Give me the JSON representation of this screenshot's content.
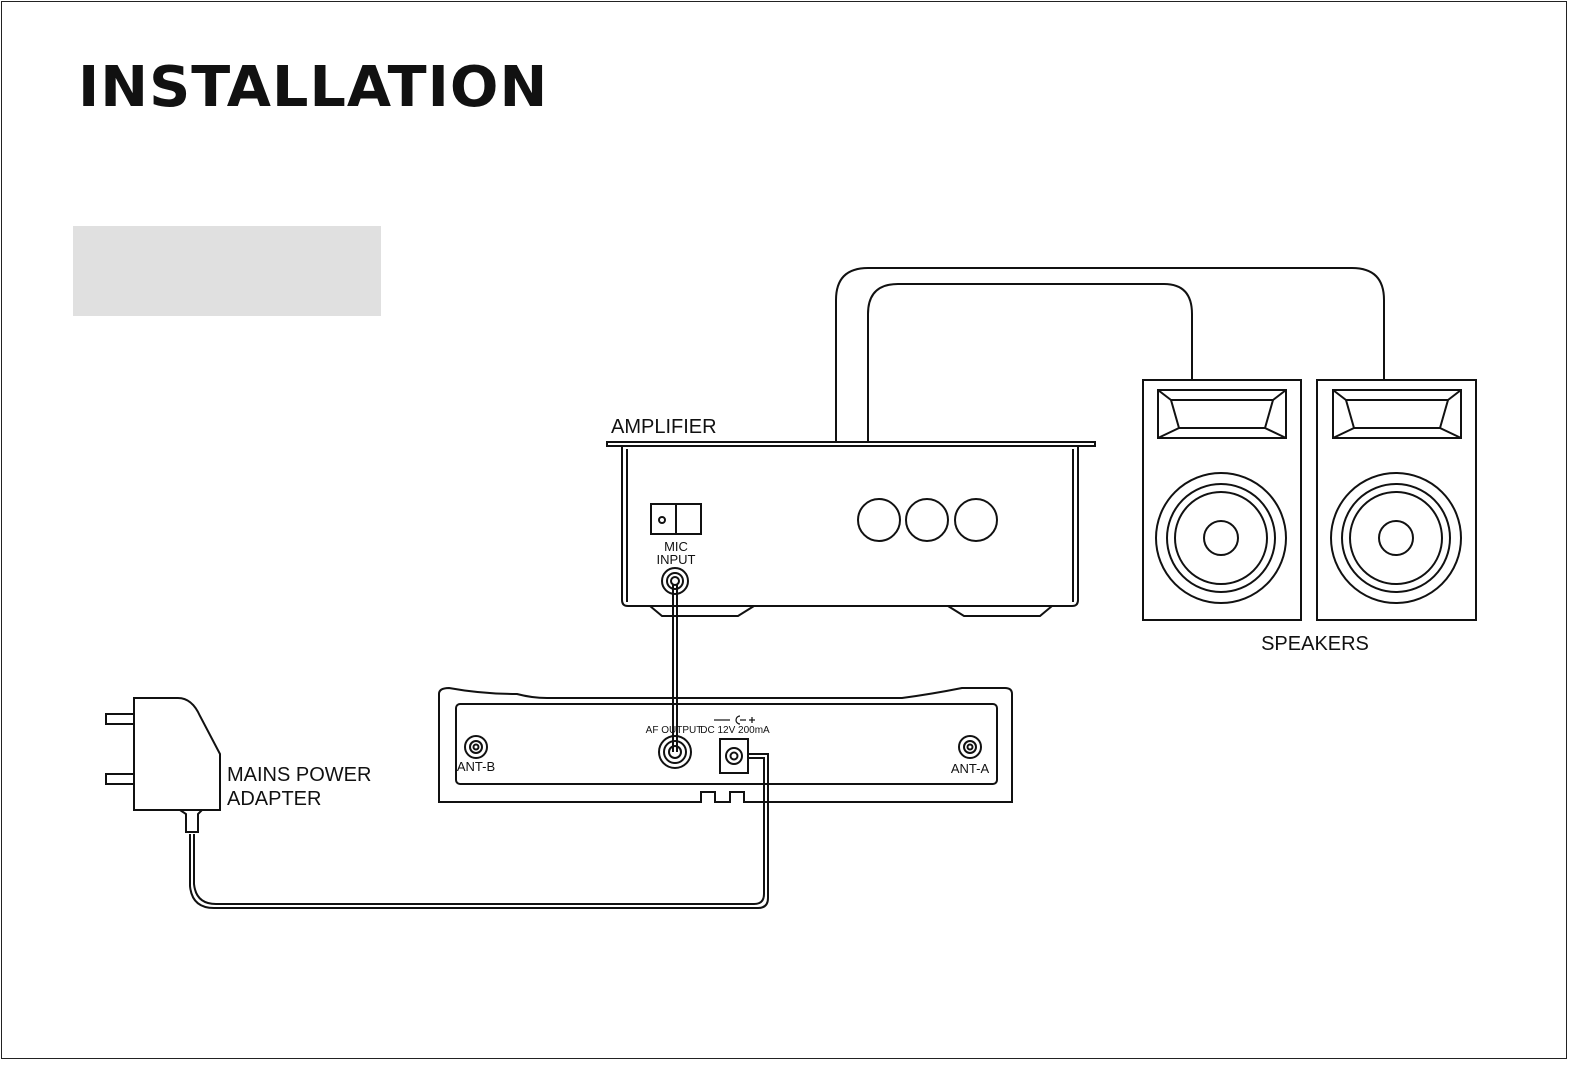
{
  "page": {
    "title": "INSTALLATION"
  },
  "labels": {
    "amplifier": "AMPLIFIER",
    "speakers": "SPEAKERS",
    "mic_input_line1": "MIC",
    "mic_input_line2": "INPUT",
    "mains_line1": "MAINS POWER",
    "mains_line2": "ADAPTER",
    "af_output": "AF OUTPUT",
    "dc_spec": "DC 12V 200mA",
    "ant_b": "ANT-B",
    "ant_a": "ANT-A"
  },
  "colors": {
    "line": "#111111",
    "panel_gray": "#e0e0e0"
  }
}
